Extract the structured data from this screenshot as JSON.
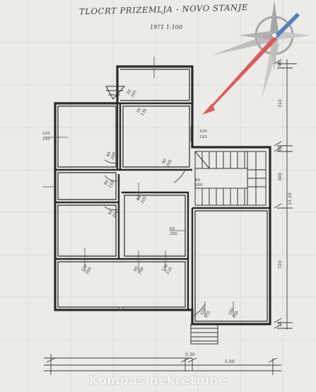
{
  "title": "TLOCRT PRIZEMLJA - NOVO STANJE",
  "scale": "1971 1:100",
  "watermark": "Kompas nekretnine",
  "room_labels": {
    "r1_a": "20",
    "r1_b": "205",
    "r2_a": "26",
    "r2_b": "130",
    "r3_a": "120",
    "r3_b": "210",
    "r4_a": "120",
    "r4_b": "210",
    "r5_a": "60",
    "r5_b": "200",
    "r6_a": "90",
    "r6_b": "205",
    "r7_a": "80",
    "r7_b": "210",
    "r8_a": "60",
    "r8_b": "200",
    "r9_a": "80",
    "r9_b": "205",
    "r10_a": "60",
    "r10_b": "200",
    "r11_a": "60",
    "r11_b": "200",
    "r12_a": "210",
    "r12_b": "200",
    "r13_a": "60",
    "r13_b": "200",
    "r14_a": "120",
    "r14_b": "210",
    "r15_a": "120",
    "r15_b": "150",
    "r16_a": "160",
    "r16_b": "200",
    "r17_a": "80",
    "r17_b": "205"
  },
  "dimensions": {
    "right_total": "12.10",
    "right_1": "95",
    "right_2": "310",
    "right_3": "55",
    "right_4": "300",
    "right_5": "720",
    "right_6": "15",
    "bottom_1": "0.30",
    "bottom_2": "5.00"
  },
  "compass": {
    "ring_color": "#9a9a9a",
    "needle_red": "#d64545",
    "needle_blue": "#3a6fb5"
  },
  "colors": {
    "paper": "#ecebe7",
    "wall": "#2a2a2a",
    "grid": "#cfcfcf"
  }
}
